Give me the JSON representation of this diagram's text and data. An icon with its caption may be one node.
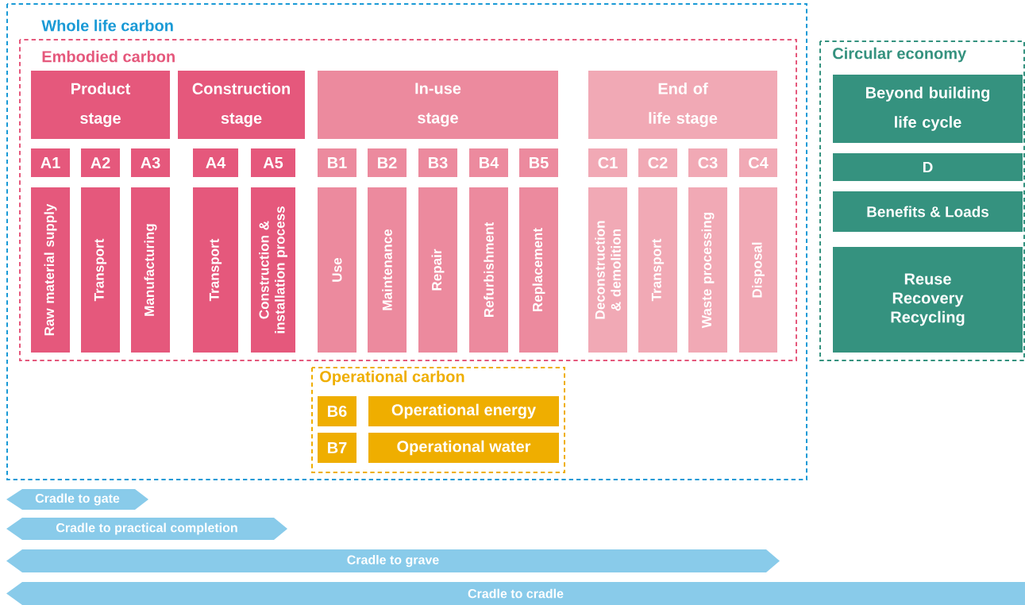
{
  "diagram": {
    "nodes": [
      {
        "text": [
          "Whole life carbon"
        ]
      },
      {
        "text": [
          "Embodied carbon"
        ],
        "in": 0
      },
      {
        "text": [
          "Product stage"
        ],
        "in": 1
      },
      {
        "text": [
          "Construction stage"
        ],
        "in": 1
      },
      {
        "text": [
          "In-use stage"
        ],
        "in": 1
      },
      {
        "text": [
          "End of life stage"
        ],
        "in": 1
      },
      {
        "text": [
          "A1"
        ],
        "in": 1
      },
      {
        "text": [
          "A2"
        ],
        "in": 1
      },
      {
        "text": [
          "A3"
        ],
        "in": 1
      },
      {
        "text": [
          "A4"
        ],
        "in": 1
      },
      {
        "text": [
          "A5"
        ],
        "in": 1
      },
      {
        "text": [
          "B1"
        ],
        "in": 1
      },
      {
        "text": [
          "B2"
        ],
        "in": 1
      },
      {
        "text": [
          "B3"
        ],
        "in": 1
      },
      {
        "text": [
          "B4"
        ],
        "in": 1
      },
      {
        "text": [
          "B5"
        ],
        "in": 1
      },
      {
        "text": [
          "C1"
        ],
        "in": 1
      },
      {
        "text": [
          "C2"
        ],
        "in": 1
      },
      {
        "text": [
          "C3"
        ],
        "in": 1
      },
      {
        "text": [
          "C4"
        ],
        "in": 1
      },
      {
        "text": [
          "Raw material supply"
        ],
        "in": 1
      },
      {
        "text": [
          "Transport"
        ],
        "in": 1
      },
      {
        "text": [
          "Manufacturing"
        ],
        "in": 1
      },
      {
        "text": [
          "Transport"
        ],
        "in": 1
      },
      {
        "text": [
          "Construction & installation process"
        ],
        "in": 1
      },
      {
        "text": [
          "Use"
        ],
        "in": 1
      },
      {
        "text": [
          "Maintenance"
        ],
        "in": 1
      },
      {
        "text": [
          "Repair"
        ],
        "in": 1
      },
      {
        "text": [
          "Refurbishment"
        ],
        "in": 1
      },
      {
        "text": [
          "Replacement"
        ],
        "in": 1
      },
      {
        "text": [
          "Deconstruction & demolition"
        ],
        "in": 1
      },
      {
        "text": [
          "Transport"
        ],
        "in": 1
      },
      {
        "text": [
          "Waste processing"
        ],
        "in": 1
      },
      {
        "text": [
          "Disposal"
        ],
        "in": 1
      },
      {
        "text": [
          "Operational carbon"
        ],
        "in": 0
      },
      {
        "text": [
          "B6"
        ],
        "in": 34
      },
      {
        "text": [
          "Operational energy"
        ],
        "in": 34
      },
      {
        "text": [
          "B7"
        ],
        "in": 34
      },
      {
        "text": [
          "Operational water"
        ],
        "in": 34
      },
      {
        "text": [
          "Circular economy"
        ]
      },
      {
        "text": [
          "Beyond building life cycle"
        ],
        "in": 39
      },
      {
        "text": [
          "D"
        ],
        "in": 39
      },
      {
        "text": [
          "Benefits & Loads"
        ],
        "in": 39
      },
      {
        "text": [
          "Reuse Recovery Recycling"
        ],
        "in": 39
      },
      {
        "text": [
          "Cradle to gate"
        ]
      },
      {
        "text": [
          "Cradle to practical completion"
        ]
      },
      {
        "text": [
          "Cradle to grave"
        ]
      },
      {
        "text": [
          "Cradle to cradle"
        ]
      }
    ]
  }
}
